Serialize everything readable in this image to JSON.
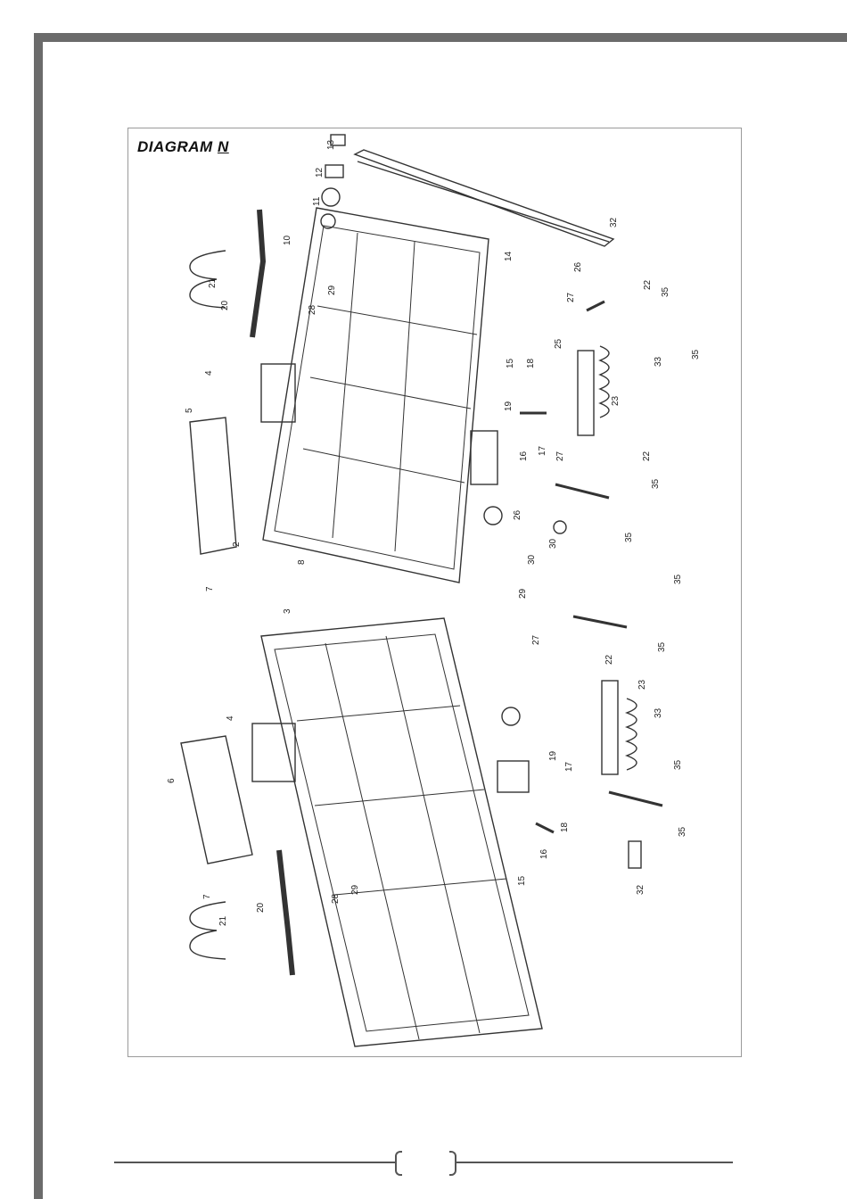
{
  "diagram": {
    "title_prefix": "DIAGRAM ",
    "title_letter": "N",
    "callouts_upper": [
      {
        "id": "c13",
        "text": "13"
      },
      {
        "id": "c12",
        "text": "12"
      },
      {
        "id": "c11",
        "text": "11"
      },
      {
        "id": "c10",
        "text": "10"
      },
      {
        "id": "c14",
        "text": "14"
      },
      {
        "id": "c32a",
        "text": "32"
      },
      {
        "id": "c26a",
        "text": "26"
      },
      {
        "id": "c22a",
        "text": "22"
      },
      {
        "id": "c35a",
        "text": "35"
      },
      {
        "id": "c35b",
        "text": "35"
      },
      {
        "id": "c27a",
        "text": "27"
      },
      {
        "id": "c33a",
        "text": "33"
      },
      {
        "id": "c25",
        "text": "25"
      },
      {
        "id": "c23a",
        "text": "23"
      },
      {
        "id": "c15a",
        "text": "15"
      },
      {
        "id": "c18a",
        "text": "18"
      },
      {
        "id": "c19a",
        "text": "19"
      },
      {
        "id": "c16a",
        "text": "16"
      },
      {
        "id": "c17a",
        "text": "17"
      },
      {
        "id": "c27b",
        "text": "27"
      },
      {
        "id": "c22b",
        "text": "22"
      },
      {
        "id": "c35c",
        "text": "35"
      },
      {
        "id": "c35d",
        "text": "35"
      },
      {
        "id": "c26b",
        "text": "26"
      },
      {
        "id": "c30a",
        "text": "30"
      },
      {
        "id": "c21a",
        "text": "21"
      },
      {
        "id": "c20a",
        "text": "20"
      },
      {
        "id": "c29a",
        "text": "29"
      },
      {
        "id": "c28a",
        "text": "28"
      },
      {
        "id": "c4a",
        "text": "4"
      },
      {
        "id": "c5",
        "text": "5"
      },
      {
        "id": "c2",
        "text": "2"
      },
      {
        "id": "c7a",
        "text": "7"
      },
      {
        "id": "c8",
        "text": "8"
      }
    ],
    "callouts_lower": [
      {
        "id": "c3",
        "text": "3"
      },
      {
        "id": "c30b",
        "text": "30"
      },
      {
        "id": "c29b",
        "text": "29"
      },
      {
        "id": "c27c",
        "text": "27"
      },
      {
        "id": "c22c",
        "text": "22"
      },
      {
        "id": "c35e",
        "text": "35"
      },
      {
        "id": "c35f",
        "text": "35"
      },
      {
        "id": "c23b",
        "text": "23"
      },
      {
        "id": "c33b",
        "text": "33"
      },
      {
        "id": "c19b",
        "text": "19"
      },
      {
        "id": "c17b",
        "text": "17"
      },
      {
        "id": "c18b",
        "text": "18"
      },
      {
        "id": "c16b",
        "text": "16"
      },
      {
        "id": "c15b",
        "text": "15"
      },
      {
        "id": "c32b",
        "text": "32"
      },
      {
        "id": "c35g",
        "text": "35"
      },
      {
        "id": "c35h",
        "text": "35"
      },
      {
        "id": "c6",
        "text": "6"
      },
      {
        "id": "c4b",
        "text": "4"
      },
      {
        "id": "c7b",
        "text": "7"
      },
      {
        "id": "c21b",
        "text": "21"
      },
      {
        "id": "c20b",
        "text": "20"
      },
      {
        "id": "c28b",
        "text": "28"
      },
      {
        "id": "c29c",
        "text": "29"
      }
    ]
  }
}
